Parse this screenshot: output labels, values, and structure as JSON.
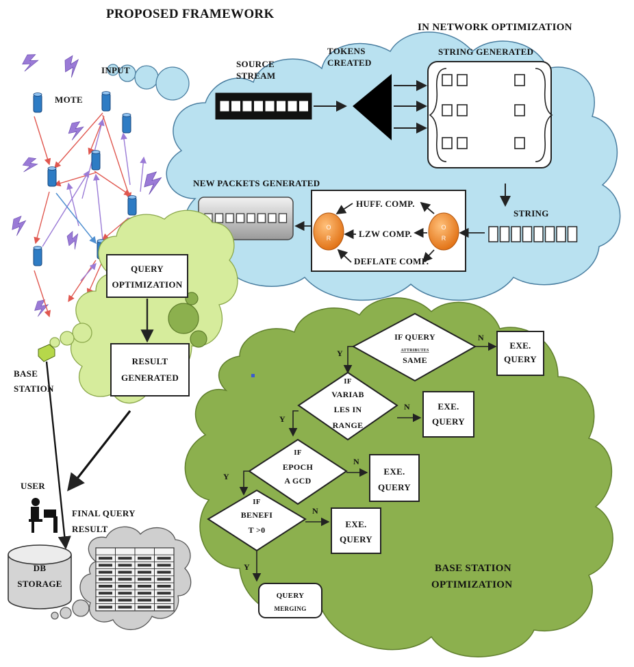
{
  "title": "PROPOSED FRAMEWORK",
  "network_cloud": {
    "title": "IN NETWORK OPTIMIZATION",
    "source_stream": [
      "SOURCE",
      "STREAM"
    ],
    "tokens_created": [
      "TOKENS",
      "CREATED"
    ],
    "string_generated": "STRING GENERATED",
    "string_label": "STRING",
    "new_packets": "NEW PACKETS GENERATED",
    "compressions": [
      "HUFF. COMP.",
      "LZW COMP.",
      "DEFLATE COMP."
    ],
    "or_label": "O R"
  },
  "sensor": {
    "input": "INPUT",
    "mote": "MOTE",
    "base_station": [
      "BASE",
      "STATION"
    ],
    "user": "USER",
    "final_query": [
      "FINAL QUERY",
      "RESULT"
    ],
    "db": [
      "DB",
      "STORAGE"
    ]
  },
  "query_cloud": {
    "query_optimization": [
      "QUERY",
      "OPTIMIZATION"
    ],
    "result_generated": [
      "RESULT",
      "GENERATED"
    ]
  },
  "base_cloud": {
    "title": [
      "BASE STATION",
      "OPTIMIZATION"
    ],
    "decisions": [
      [
        "IF QUERY",
        "ATTRIBUTES",
        "SAME"
      ],
      [
        "IF",
        "VARIAB",
        "LES IN",
        "RANGE"
      ],
      [
        "IF",
        "EPOCH",
        "A GCD"
      ],
      [
        "IF",
        "BENEFI",
        "T >0"
      ]
    ],
    "exe_query": [
      "EXE.",
      "QUERY"
    ],
    "yes": "Y",
    "no": "N",
    "query_merging": [
      "QUERY",
      "MERGING"
    ]
  },
  "colors": {
    "network_cloud": "#b9e1f0",
    "query_cloud": "#d6ec9c",
    "base_cloud": "#8cb04e",
    "db_cloud": "#cfcfcf",
    "or_node": "#f08a2a",
    "mote": "#2e7cc4",
    "bolt": "#9a7ad6"
  }
}
